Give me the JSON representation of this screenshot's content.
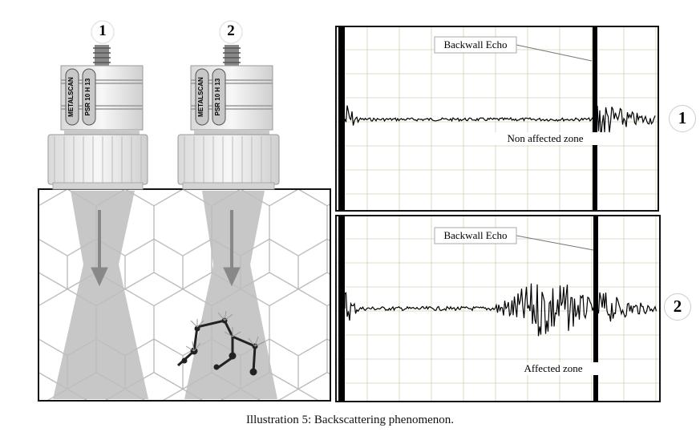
{
  "probes": [
    {
      "number": "1",
      "brand": "METALSCAN",
      "model": "PSR 10 H 13"
    },
    {
      "number": "2",
      "brand": "METALSCAN",
      "model": "PSR 10 H 13"
    }
  ],
  "signals": [
    {
      "number": "1",
      "echo_label": "Backwall Echo",
      "zone_label": "Non affected zone"
    },
    {
      "number": "2",
      "echo_label": "Backwall Echo",
      "zone_label": "Affected zone"
    }
  ],
  "caption": "Illustration 5: Backscattering phenomenon.",
  "colors": {
    "beam": "#bdbdbd",
    "grain_line": "#aaaaaa",
    "signal": "#000000",
    "grid": "#c7d7b0"
  }
}
